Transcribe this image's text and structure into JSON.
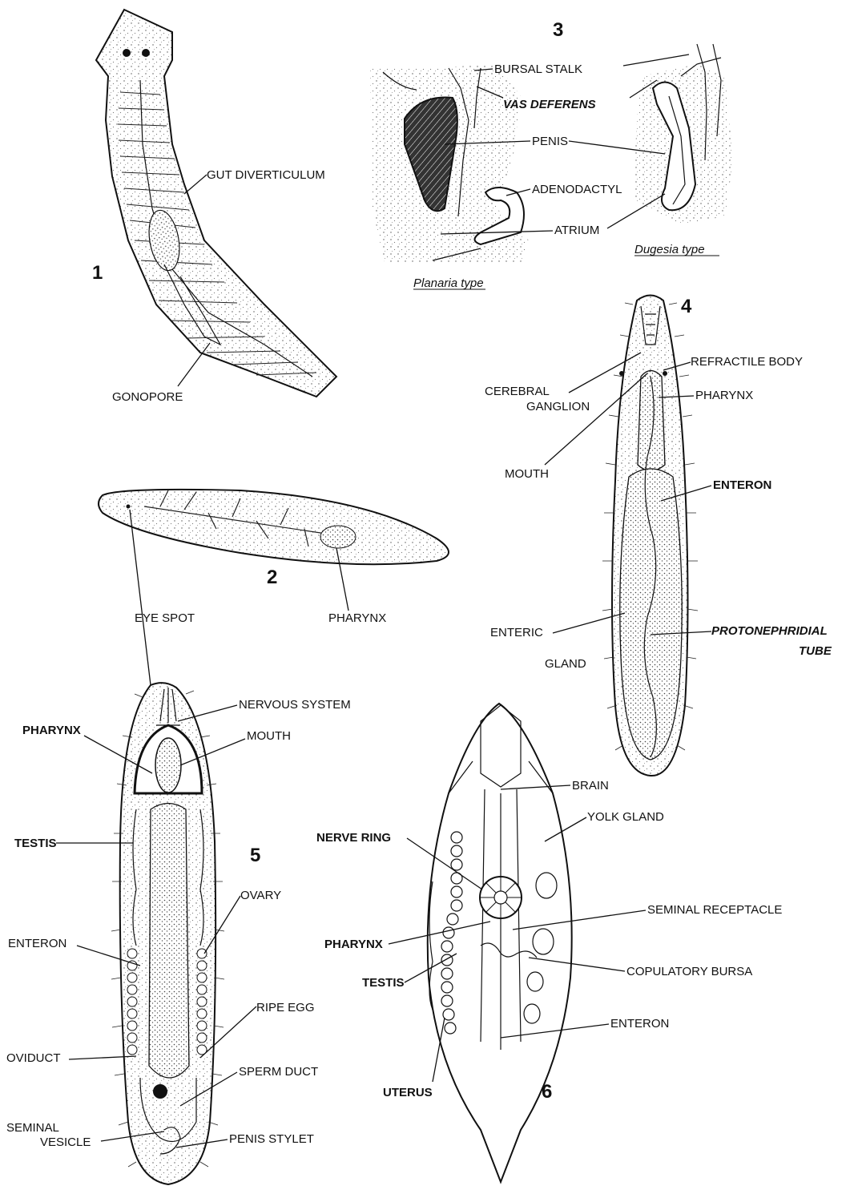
{
  "figure_numbers": {
    "f1": "1",
    "f2": "2",
    "f3": "3",
    "f4": "4",
    "f5": "5",
    "f6": "6"
  },
  "fig1": {
    "gut_diverticulum": "GUT DIVERTICULUM",
    "gonopore": "GONOPORE"
  },
  "fig2": {
    "pharynx": "PHARYNX",
    "eye_spot": "EYE SPOT"
  },
  "fig3": {
    "bursal_stalk": "BURSAL STALK",
    "vas_deferens": "VAS DEFERENS",
    "penis": "PENIS",
    "adenodactyl": "ADENODACTYL",
    "atrium": "ATRIUM",
    "planaria_type": "Planaria type",
    "dugesia_type": "Dugesia type"
  },
  "fig4": {
    "refractile_body": "REFRACTILE BODY",
    "cerebral": "CEREBRAL",
    "ganglion": "GANGLION",
    "pharynx": "PHARYNX",
    "mouth": "MOUTH",
    "enteron": "ENTERON",
    "enteric": "ENTERIC",
    "gland": "GLAND",
    "protonephridial": "PROTONEPHRIDIAL",
    "tube": "TUBE"
  },
  "fig5": {
    "nervous_system": "NERVOUS SYSTEM",
    "pharynx": "PHARYNX",
    "mouth": "MOUTH",
    "testis": "TESTIS",
    "ovary": "OVARY",
    "enteron": "ENTERON",
    "ripe_egg": "RIPE EGG",
    "oviduct": "OVIDUCT",
    "sperm_duct": "SPERM DUCT",
    "seminal": "SEMINAL",
    "vesicle": "VESICLE",
    "penis_stylet": "PENIS STYLET"
  },
  "fig6": {
    "brain": "BRAIN",
    "yolk_gland": "YOLK GLAND",
    "nerve_ring": "NERVE RING",
    "seminal_receptacle": "SEMINAL RECEPTACLE",
    "pharynx": "PHARYNX",
    "copulatory_bursa": "COPULATORY BURSA",
    "testis": "TESTIS",
    "enteron": "ENTERON",
    "uterus": "UTERUS"
  }
}
